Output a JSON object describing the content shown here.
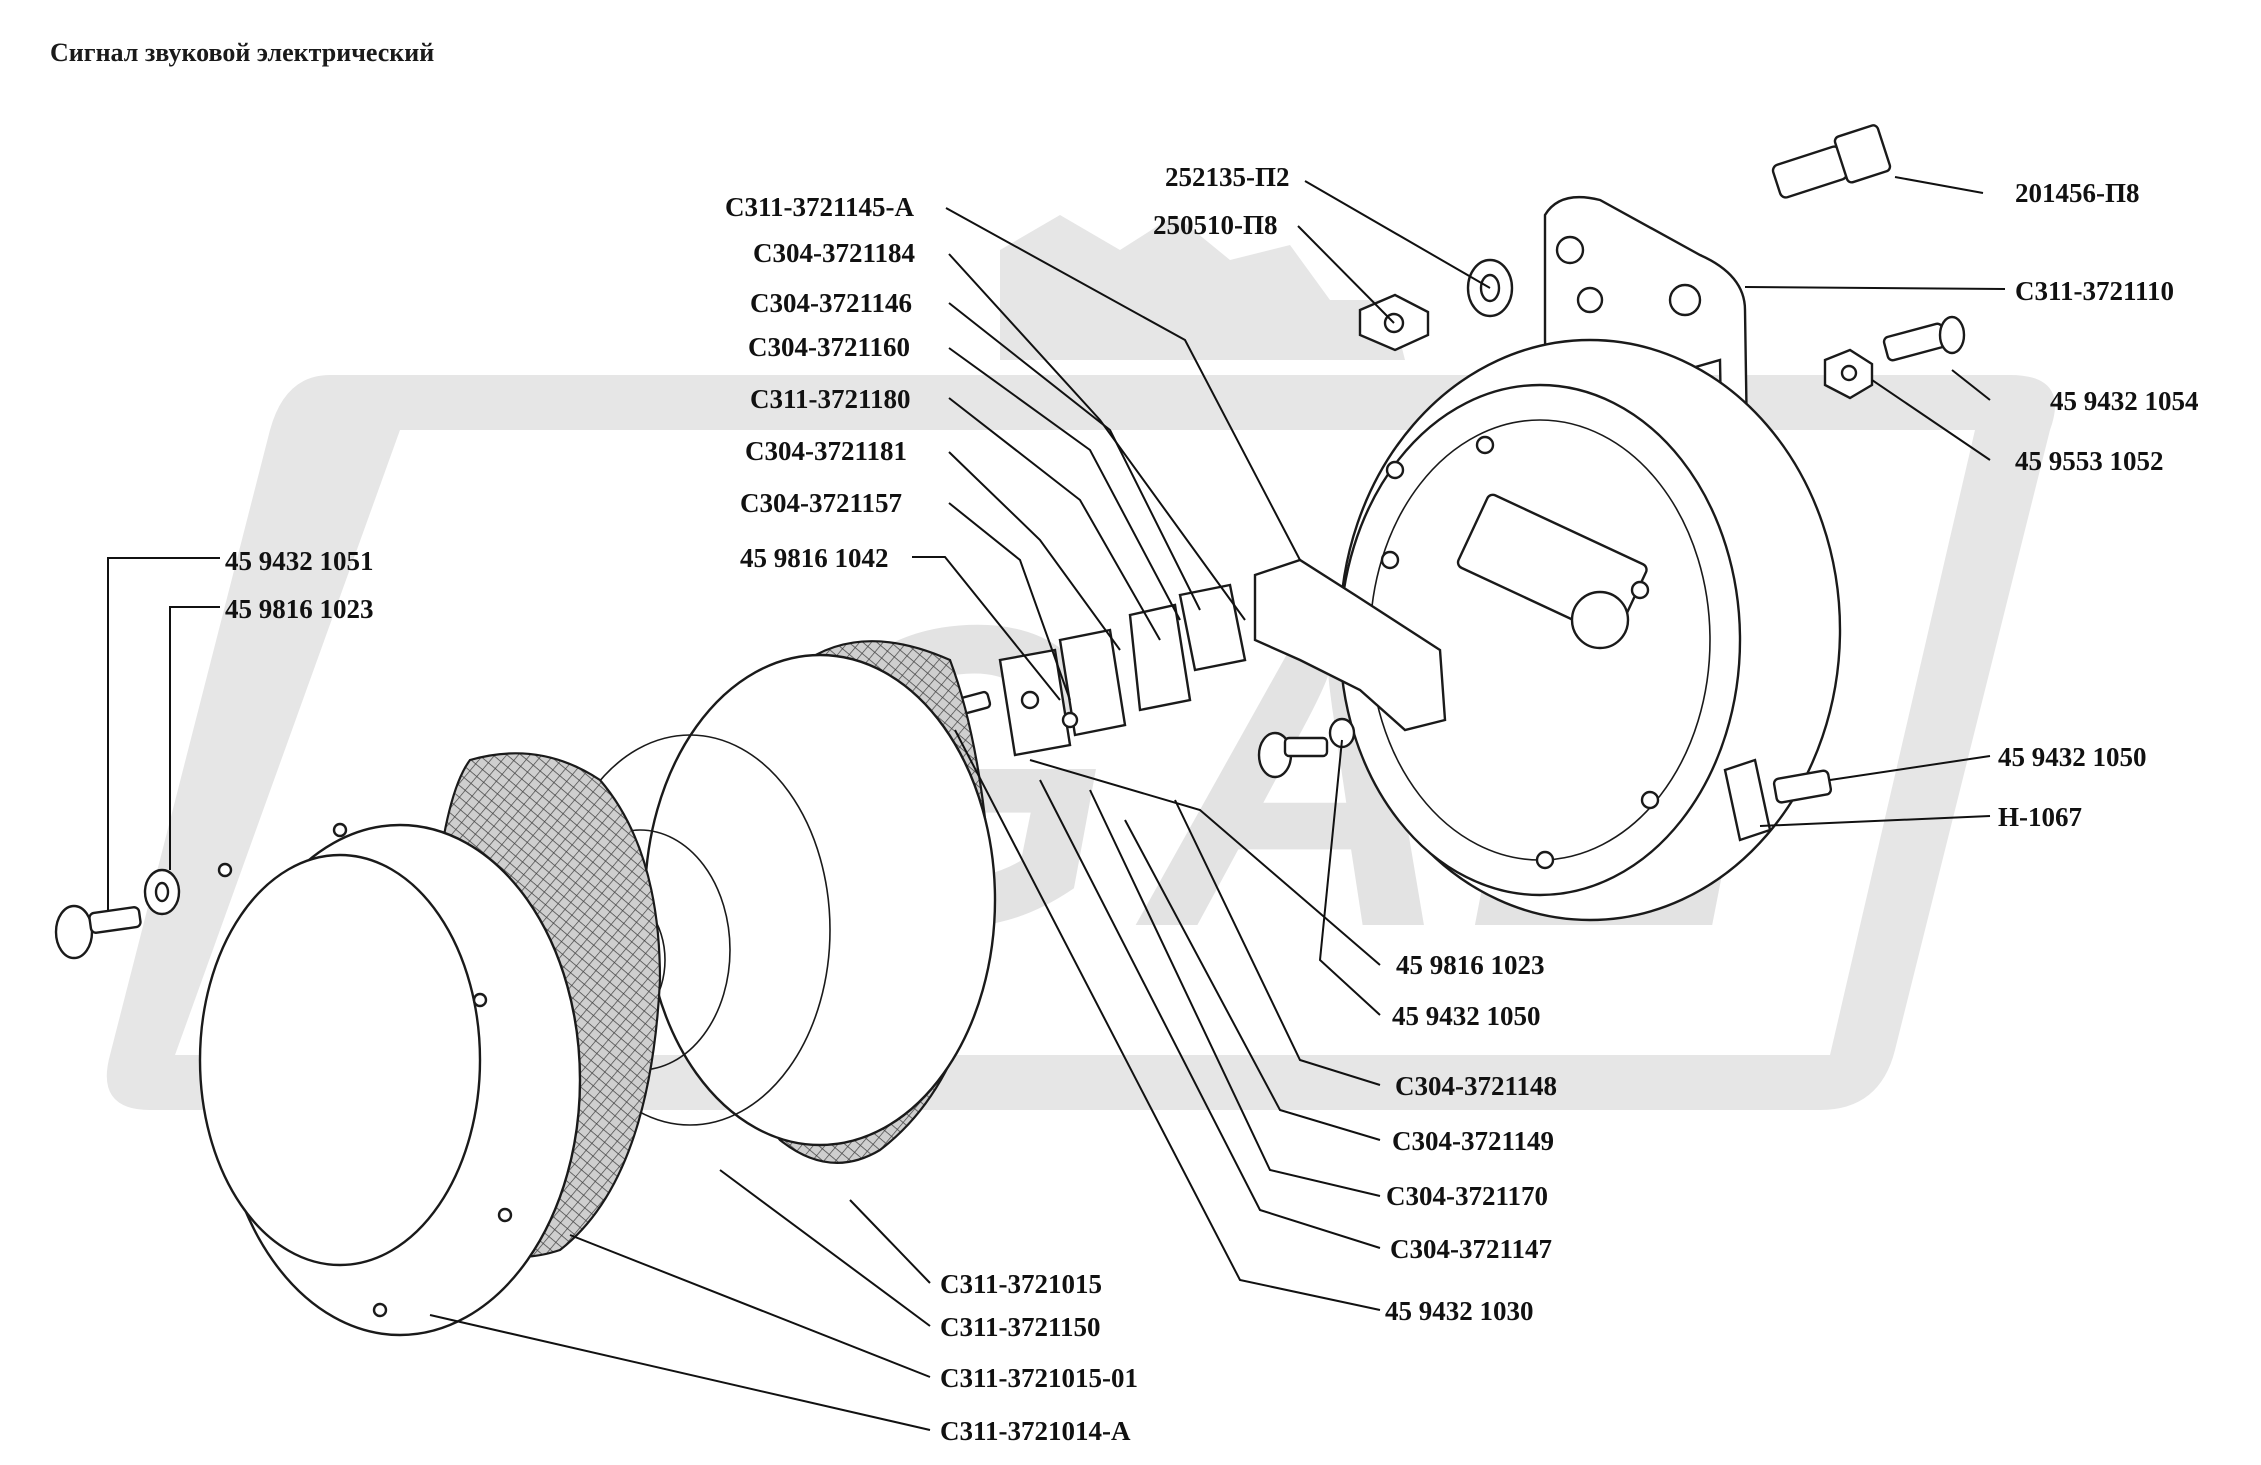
{
  "title": "Сигнал звуковой электрический",
  "watermark": "GAZ",
  "colors": {
    "watermark_fill": "#e6e6e6",
    "ink": "#1a1a1a",
    "background": "#ffffff"
  },
  "labels": {
    "l201456": "201456-П8",
    "l252135": "252135-П2",
    "l250510": "250510-П8",
    "c3110": "С311-3721110",
    "c3145a": "С311-3721145-А",
    "c3184": "С304-3721184",
    "c3146": "С304-3721146",
    "c3160": "С304-3721160",
    "c3180": "С311-3721180",
    "c3181": "С304-3721181",
    "c3157": "С304-3721157",
    "n1054": "45 9432 1054",
    "n1052": "45 9553 1052",
    "n1051": "45 9432 1051",
    "n1023a": "45 9816 1023",
    "n1042": "45 9816 1042",
    "n1050a": "45 9432 1050",
    "h1067": "Н-1067",
    "n1023b": "45 9816 1023",
    "n1050b": "45 9432 1050",
    "c3148": "С304-3721148",
    "c3149": "С304-3721149",
    "c3170": "С304-3721170",
    "c3147": "С304-3721147",
    "n1030": "45 9432 1030",
    "c3015": "С311-3721015",
    "c3150": "С311-3721150",
    "c301501": "С311-3721015-01",
    "c3014a": "С311-3721014-А"
  }
}
